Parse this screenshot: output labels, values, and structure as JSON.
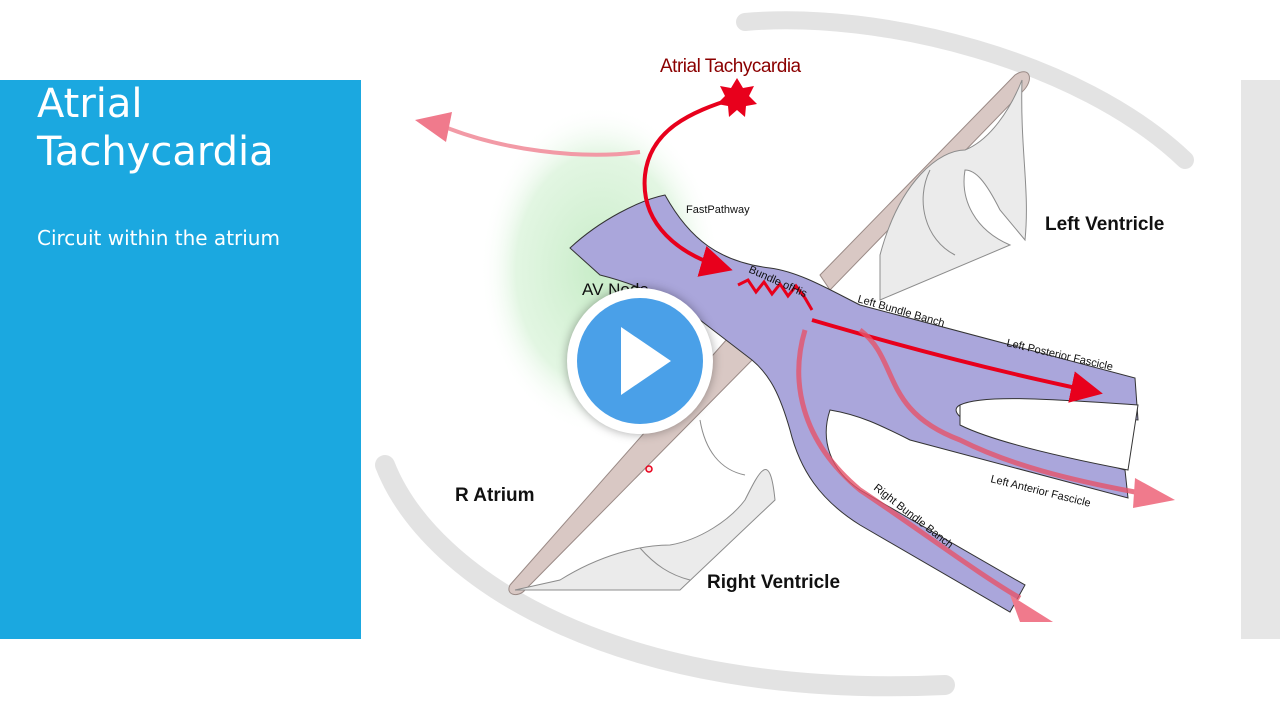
{
  "slide": {
    "title": "Atrial Tachycardia",
    "subtitle": "Circuit within the atrium"
  },
  "colors": {
    "panel": "#1ba8e0",
    "conduction": "#a9a5da",
    "septum": "#d8c7c2",
    "muscle": "#e8e8e8",
    "signal": "#e8001c",
    "arrow": "#f47a86",
    "halo": "#ccefcc"
  },
  "diagram": {
    "focus_label": "Atrial Tachycardia",
    "left_ventricle": "Left Ventricle",
    "right_atrium": "R Atrium",
    "right_ventricle": "Right Ventricle",
    "av_node": "AV Node",
    "fast_pathway": "FastPathway",
    "bundle_of_his": "Bundle ofHis",
    "left_bundle_branch": "Left Bundle Banch",
    "left_posterior_fascicle": "Left Posterior Fascicle",
    "left_anterior_fascicle": "Left Anterior Fascicle",
    "right_bundle_branch": "Right Bundle Banch"
  },
  "player": {
    "play_icon": "play-icon"
  }
}
